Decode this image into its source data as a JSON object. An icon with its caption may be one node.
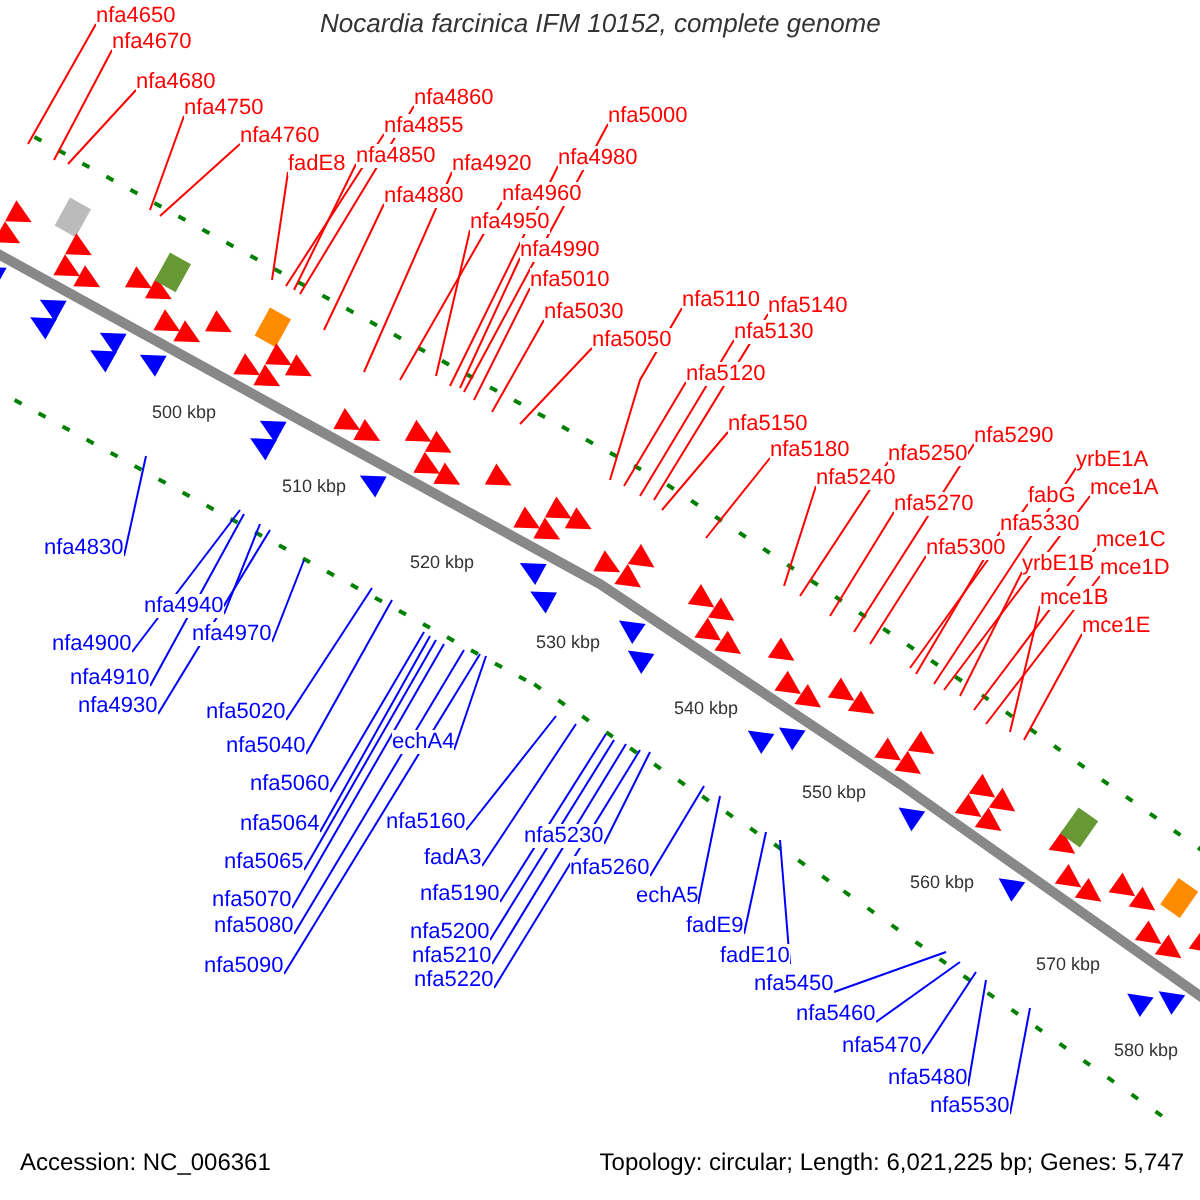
{
  "diagram": {
    "title": "Nocardia farcinica IFM 10152, complete genome",
    "nodes": [
      {
        "text": [
          "nfa4650"
        ]
      },
      {
        "text": [
          "nfa4670"
        ]
      },
      {
        "text": [
          "nfa4680"
        ]
      },
      {
        "text": [
          "nfa4750"
        ]
      },
      {
        "text": [
          "nfa4760"
        ]
      },
      {
        "text": [
          "fadE8"
        ]
      },
      {
        "text": [
          "nfa4860"
        ]
      },
      {
        "text": [
          "nfa4855"
        ]
      },
      {
        "text": [
          "nfa4850"
        ]
      },
      {
        "text": [
          "nfa4880"
        ]
      },
      {
        "text": [
          "nfa4920"
        ]
      },
      {
        "text": [
          "nfa4960"
        ]
      },
      {
        "text": [
          "nfa4950"
        ]
      },
      {
        "text": [
          "nfa4980"
        ]
      },
      {
        "text": [
          "nfa5000"
        ]
      },
      {
        "text": [
          "nfa4990"
        ]
      },
      {
        "text": [
          "nfa5010"
        ]
      },
      {
        "text": [
          "nfa5030"
        ]
      },
      {
        "text": [
          "nfa5050"
        ]
      },
      {
        "text": [
          "nfa5110"
        ]
      },
      {
        "text": [
          "nfa5140"
        ]
      },
      {
        "text": [
          "nfa5130"
        ]
      },
      {
        "text": [
          "nfa5120"
        ]
      },
      {
        "text": [
          "nfa5150"
        ]
      },
      {
        "text": [
          "nfa5180"
        ]
      },
      {
        "text": [
          "nfa5240"
        ]
      },
      {
        "text": [
          "nfa5250"
        ]
      },
      {
        "text": [
          "nfa5270"
        ]
      },
      {
        "text": [
          "nfa5290"
        ]
      },
      {
        "text": [
          "nfa5300"
        ]
      },
      {
        "text": [
          "yrbE1A"
        ]
      },
      {
        "text": [
          "mce1A"
        ]
      },
      {
        "text": [
          "fabG"
        ]
      },
      {
        "text": [
          "nfa5330"
        ]
      },
      {
        "text": [
          "yrbE1B"
        ]
      },
      {
        "text": [
          "mce1C"
        ]
      },
      {
        "text": [
          "mce1D"
        ]
      },
      {
        "text": [
          "mce1B"
        ]
      },
      {
        "text": [
          "mce1E"
        ]
      },
      {
        "text": [
          "nfa4830"
        ]
      },
      {
        "text": [
          "nfa4940"
        ]
      },
      {
        "text": [
          "nfa4900"
        ]
      },
      {
        "text": [
          "nfa4970"
        ]
      },
      {
        "text": [
          "nfa4910"
        ]
      },
      {
        "text": [
          "nfa4930"
        ]
      },
      {
        "text": [
          "nfa5020"
        ]
      },
      {
        "text": [
          "nfa5040"
        ]
      },
      {
        "text": [
          "echA4"
        ]
      },
      {
        "text": [
          "nfa5060"
        ]
      },
      {
        "text": [
          "nfa5064"
        ]
      },
      {
        "text": [
          "nfa5065"
        ]
      },
      {
        "text": [
          "nfa5070"
        ]
      },
      {
        "text": [
          "nfa5080"
        ]
      },
      {
        "text": [
          "nfa5090"
        ]
      },
      {
        "text": [
          "nfa5160"
        ]
      },
      {
        "text": [
          "fadA3"
        ]
      },
      {
        "text": [
          "nfa5190"
        ]
      },
      {
        "text": [
          "nfa5230"
        ]
      },
      {
        "text": [
          "nfa5200"
        ]
      },
      {
        "text": [
          "nfa5210"
        ]
      },
      {
        "text": [
          "nfa5220"
        ]
      },
      {
        "text": [
          "nfa5260"
        ]
      },
      {
        "text": [
          "echA5"
        ]
      },
      {
        "text": [
          "fadE9"
        ]
      },
      {
        "text": [
          "fadE10"
        ]
      },
      {
        "text": [
          "nfa5450"
        ]
      },
      {
        "text": [
          "nfa5460"
        ]
      },
      {
        "text": [
          "nfa5470"
        ]
      },
      {
        "text": [
          "nfa5480"
        ]
      },
      {
        "text": [
          "nfa5530"
        ]
      }
    ],
    "edges": [
      {
        "from": 0,
        "to": null,
        "arrow": "none"
      },
      {
        "from": 1,
        "to": null,
        "arrow": "none"
      },
      {
        "from": 2,
        "to": null,
        "arrow": "none"
      },
      {
        "from": 3,
        "to": null,
        "arrow": "none"
      },
      {
        "from": 4,
        "to": null,
        "arrow": "none"
      },
      {
        "from": 5,
        "to": null,
        "arrow": "none"
      },
      {
        "from": 6,
        "to": null,
        "arrow": "none"
      },
      {
        "from": 7,
        "to": null,
        "arrow": "none"
      },
      {
        "from": 8,
        "to": null,
        "arrow": "none"
      },
      {
        "from": 9,
        "to": null,
        "arrow": "none"
      },
      {
        "from": 10,
        "to": null,
        "arrow": "none"
      },
      {
        "from": 11,
        "to": null,
        "arrow": "none"
      },
      {
        "from": 12,
        "to": null,
        "arrow": "none"
      },
      {
        "from": 13,
        "to": null,
        "arrow": "none"
      },
      {
        "from": 14,
        "to": null,
        "arrow": "none"
      },
      {
        "from": 15,
        "to": null,
        "arrow": "none"
      },
      {
        "from": 16,
        "to": null,
        "arrow": "none"
      },
      {
        "from": 17,
        "to": null,
        "arrow": "none"
      },
      {
        "from": 18,
        "to": null,
        "arrow": "none"
      },
      {
        "from": 19,
        "to": null,
        "arrow": "none"
      },
      {
        "from": 20,
        "to": null,
        "arrow": "none"
      },
      {
        "from": 21,
        "to": null,
        "arrow": "none"
      },
      {
        "from": 22,
        "to": null,
        "arrow": "none"
      },
      {
        "from": 23,
        "to": null,
        "arrow": "none"
      },
      {
        "from": 24,
        "to": null,
        "arrow": "none"
      },
      {
        "from": 25,
        "to": null,
        "arrow": "none"
      },
      {
        "from": 26,
        "to": null,
        "arrow": "none"
      },
      {
        "from": 27,
        "to": null,
        "arrow": "none"
      },
      {
        "from": 28,
        "to": null,
        "arrow": "none"
      },
      {
        "from": 29,
        "to": null,
        "arrow": "none"
      },
      {
        "from": 30,
        "to": null,
        "arrow": "none"
      },
      {
        "from": 31,
        "to": null,
        "arrow": "none"
      },
      {
        "from": 32,
        "to": null,
        "arrow": "none"
      },
      {
        "from": 33,
        "to": null,
        "arrow": "none"
      },
      {
        "from": 34,
        "to": null,
        "arrow": "none"
      },
      {
        "from": 35,
        "to": null,
        "arrow": "none"
      },
      {
        "from": 36,
        "to": null,
        "arrow": "none"
      },
      {
        "from": 37,
        "to": null,
        "arrow": "none"
      },
      {
        "from": 38,
        "to": null,
        "arrow": "none"
      },
      {
        "from": 39,
        "to": null,
        "arrow": "none",
        "color": "#0000ff"
      },
      {
        "from": 40,
        "to": null,
        "arrow": "none",
        "color": "#0000ff"
      },
      {
        "from": 41,
        "to": null,
        "arrow": "none",
        "color": "#0000ff"
      },
      {
        "from": 42,
        "to": null,
        "arrow": "none",
        "color": "#0000ff"
      },
      {
        "from": 43,
        "to": null,
        "arrow": "none",
        "color": "#0000ff"
      },
      {
        "from": 44,
        "to": null,
        "arrow": "none",
        "color": "#0000ff"
      },
      {
        "from": 45,
        "to": null,
        "arrow": "none",
        "color": "#0000ff"
      },
      {
        "from": 46,
        "to": null,
        "arrow": "none",
        "color": "#0000ff"
      },
      {
        "from": 47,
        "to": null,
        "arrow": "none",
        "color": "#0000ff"
      },
      {
        "from": 48,
        "to": null,
        "arrow": "none",
        "color": "#0000ff"
      },
      {
        "from": 49,
        "to": null,
        "arrow": "none",
        "color": "#0000ff"
      },
      {
        "from": 50,
        "to": null,
        "arrow": "none",
        "color": "#0000ff"
      },
      {
        "from": 51,
        "to": null,
        "arrow": "none",
        "color": "#0000ff"
      },
      {
        "from": 52,
        "to": null,
        "arrow": "none",
        "color": "#0000ff"
      },
      {
        "from": 53,
        "to": null,
        "arrow": "none",
        "color": "#0000ff"
      },
      {
        "from": 54,
        "to": null,
        "arrow": "none",
        "color": "#0000ff"
      },
      {
        "from": 55,
        "to": null,
        "arrow": "none",
        "color": "#0000ff"
      },
      {
        "from": 56,
        "to": null,
        "arrow": "none",
        "color": "#0000ff"
      },
      {
        "from": 57,
        "to": null,
        "arrow": "none",
        "color": "#0000ff"
      },
      {
        "from": 58,
        "to": null,
        "arrow": "none",
        "color": "#0000ff"
      },
      {
        "from": 59,
        "to": null,
        "arrow": "none",
        "color": "#0000ff"
      },
      {
        "from": 60,
        "to": null,
        "arrow": "none",
        "color": "#0000ff"
      },
      {
        "from": 61,
        "to": null,
        "arrow": "none",
        "color": "#0000ff"
      },
      {
        "from": 62,
        "to": null,
        "arrow": "none",
        "color": "#0000ff"
      },
      {
        "from": 63,
        "to": null,
        "arrow": "none",
        "color": "#0000ff"
      },
      {
        "from": 64,
        "to": null,
        "arrow": "none",
        "color": "#0000ff"
      },
      {
        "from": 65,
        "to": null,
        "arrow": "none",
        "color": "#0000ff"
      },
      {
        "from": 66,
        "to": null,
        "arrow": "none",
        "color": "#0000ff"
      },
      {
        "from": 67,
        "to": null,
        "arrow": "none",
        "color": "#0000ff"
      },
      {
        "from": 68,
        "to": null,
        "arrow": "none",
        "color": "#0000ff"
      },
      {
        "from": 69,
        "to": null,
        "arrow": "none",
        "color": "#0000ff"
      }
    ],
    "labels": [
      "500 kbp",
      "510 kbp",
      "520 kbp",
      "530 kbp",
      "540 kbp",
      "550 kbp",
      "560 kbp",
      "570 kbp",
      "580 kbp",
      "Accession: NC_006361",
      "Topology: circular; Length: 6,021,225 bp; Genes: 5,747"
    ]
  }
}
